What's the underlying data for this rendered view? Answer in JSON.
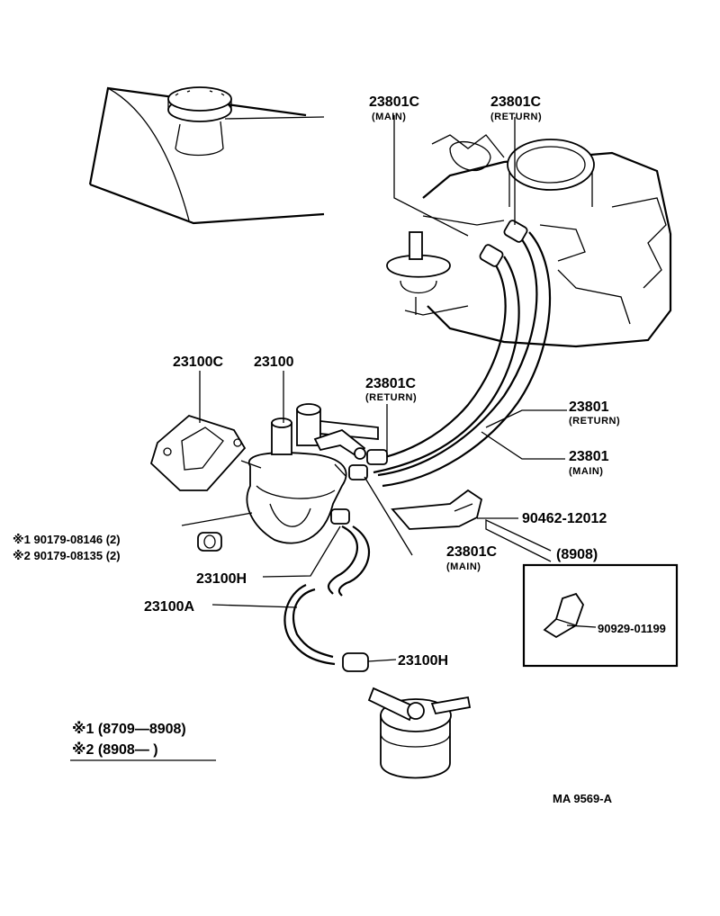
{
  "diagram": {
    "labels": {
      "hose_main_clip_top": "23801C",
      "hose_main_clip_top_sub": "(MAIN)",
      "hose_return_clip_top": "23801C",
      "hose_return_clip_top_sub": "(RETURN)",
      "gasket": "23100C",
      "fuel_pump": "23100",
      "return_clip_mid": "23801C",
      "return_clip_mid_sub": "(RETURN)",
      "return_hose": "23801",
      "return_hose_sub": "(RETURN)",
      "main_hose": "23801",
      "main_hose_sub": "(MAIN)",
      "bracket": "90462-12012",
      "bracket_date": "(8908)",
      "clamp_inset": "90929-01199",
      "main_clip_low": "23801C",
      "main_clip_low_sub": "(MAIN)",
      "nut_1": "※1 90179-08146 (2)",
      "nut_2": "※2 90179-08135 (2)",
      "clip_h_upper": "23100H",
      "inlet_hose": "23100A",
      "clip_h_lower": "23100H",
      "legend_1": "※1 (8709—8908)",
      "legend_2": "※2 (8908—        )",
      "figure_code": "MA  9569-A"
    }
  }
}
